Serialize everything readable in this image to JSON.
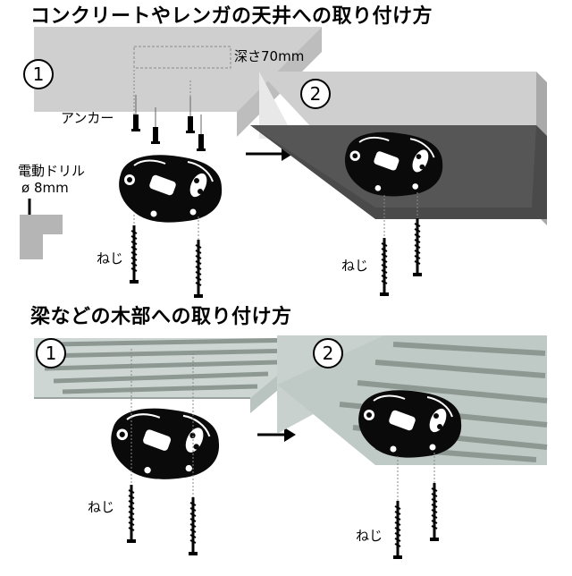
{
  "section_concrete": {
    "heading": "コンクリートやレンガの天井への取り付け方",
    "step1_number": "1",
    "step2_number": "2",
    "depth_label": "深さ70mm",
    "anchor_label": "アンカー",
    "drill_label": "電動ドリル",
    "drill_size_label": "ø 8mm",
    "screw_label_left": "ねじ",
    "screw_label_right": "ねじ"
  },
  "section_wood": {
    "heading": "梁などの木部への取り付け方",
    "step1_number": "1",
    "step2_number": "2",
    "screw_label_left": "ねじ",
    "screw_label_right": "ねじ"
  },
  "colors": {
    "ceiling_top": "#cfcfcf",
    "ceiling_side": "#bcbcbc",
    "ceiling_front": "#a8a8a8",
    "wood_top": "#cdd6d3",
    "wood_grain": "#8d9893",
    "wood_side": "#b9c3bf",
    "mount": "#0a0a0a",
    "drill": "#b5b5b5"
  },
  "icons": [
    "arrow-right-icon",
    "drill-icon",
    "mount-bracket-icon",
    "screw-icon",
    "anchor-icon"
  ]
}
